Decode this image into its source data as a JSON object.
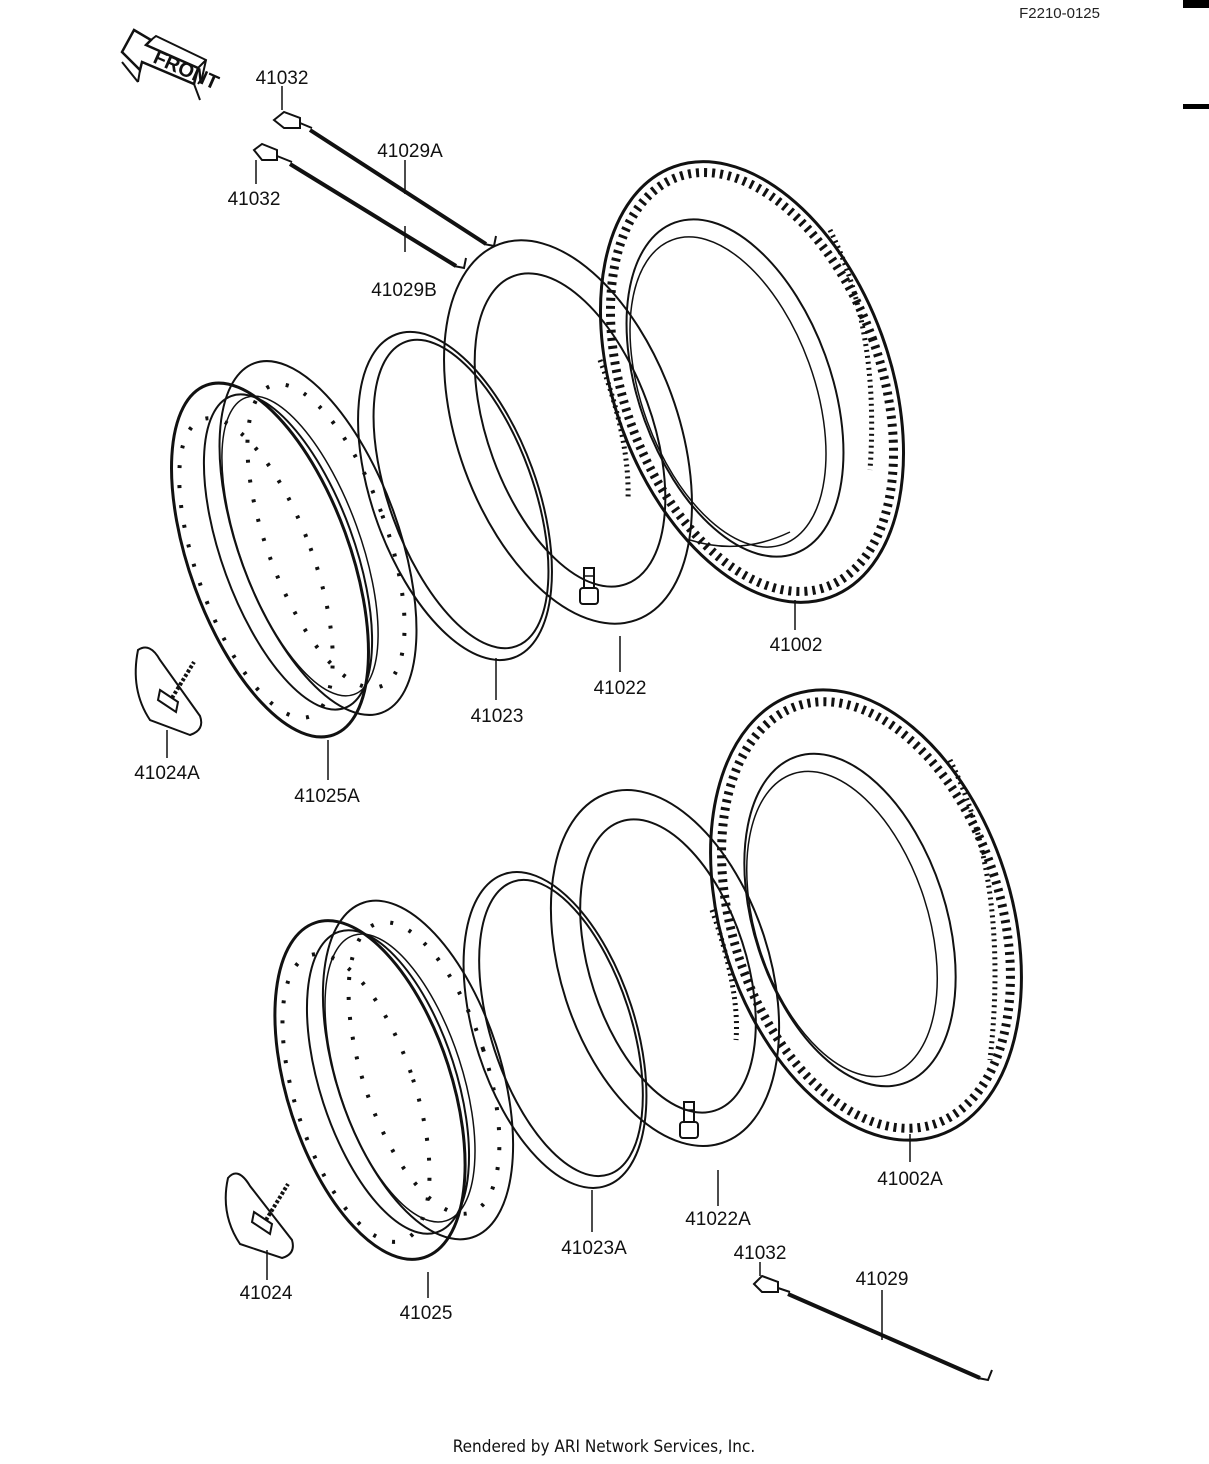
{
  "diagram_code": "F2210-0125",
  "front_label": "FRONT",
  "footer": "Rendered by ARI Network Services, Inc.",
  "parts": {
    "spoke_nipple_top": "41032",
    "spoke_41029A": "41029A",
    "spoke_nipple_mid": "41032",
    "spoke_41029B": "41029B",
    "tire_front": "41002",
    "tube_front": "41022",
    "rim_band_front": "41023",
    "rim_lock_front": "41024A",
    "rim_front": "41025A",
    "tire_rear": "41002A",
    "tube_rear": "41022A",
    "rim_band_rear": "41023A",
    "rim_lock_rear": "41024",
    "rim_rear": "41025",
    "spoke_nipple_rear": "41032",
    "spoke_41029": "41029"
  },
  "colors": {
    "ink": "#111111",
    "paper": "#ffffff"
  }
}
